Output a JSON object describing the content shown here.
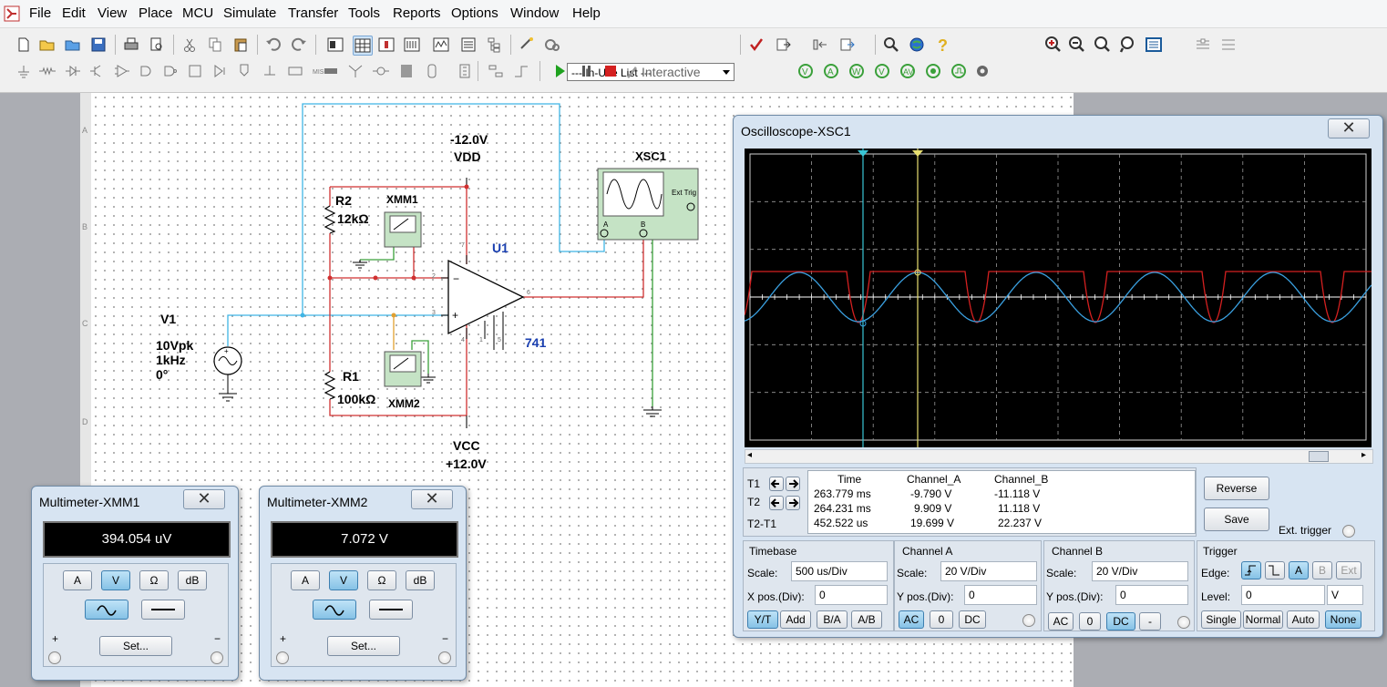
{
  "menu": [
    "File",
    "Edit",
    "View",
    "Place",
    "MCU",
    "Simulate",
    "Transfer",
    "Tools",
    "Reports",
    "Options",
    "Window",
    "Help"
  ],
  "toolbar": {
    "in_use_list": "--- In-Use List ---",
    "interactive_label": "Interactive"
  },
  "schematic": {
    "ruler_rows": [
      "A",
      "B",
      "C",
      "D"
    ],
    "v1": {
      "name": "V1",
      "amplitude": "10Vpk",
      "frequency": "1kHz",
      "phase": "0°"
    },
    "r1": {
      "name": "R1",
      "value": "100kΩ"
    },
    "r2": {
      "name": "R2",
      "value": "12kΩ"
    },
    "u1": {
      "name": "U1",
      "model": "741"
    },
    "vdd": {
      "label": "VDD",
      "voltage": "-12.0V"
    },
    "vcc": {
      "label": "VCC",
      "voltage": "+12.0V"
    },
    "xmm1": "XMM1",
    "xmm2": "XMM2",
    "xsc1": {
      "name": "XSC1",
      "ext_trig": "Ext Trig",
      "a": "A",
      "b": "B"
    },
    "pin_labels": {
      "p2": "2",
      "p3": "3",
      "p6": "6",
      "p7": "7",
      "p4": "4",
      "p1": "1",
      "p5": "5"
    }
  },
  "multimeter1": {
    "title": "Multimeter-XMM1",
    "reading": "394.054 uV",
    "buttons": [
      "A",
      "V",
      "Ω",
      "dB"
    ],
    "set": "Set...",
    "plus": "+",
    "minus": "−",
    "active": "V"
  },
  "multimeter2": {
    "title": "Multimeter-XMM2",
    "reading": "7.072 V",
    "buttons": [
      "A",
      "V",
      "Ω",
      "dB"
    ],
    "set": "Set...",
    "plus": "+",
    "minus": "−",
    "active": "V"
  },
  "oscilloscope": {
    "title": "Oscilloscope-XSC1",
    "table": {
      "headers": [
        "Time",
        "Channel_A",
        "Channel_B"
      ],
      "rows": [
        {
          "label": "T1",
          "time": "263.779 ms",
          "a": "-9.790 V",
          "b": "-11.118 V"
        },
        {
          "label": "T2",
          "time": "264.231 ms",
          "a": "9.909 V",
          "b": "11.118 V"
        },
        {
          "label": "T2-T1",
          "time": "452.522 us",
          "a": "19.699 V",
          "b": "22.237 V"
        }
      ]
    },
    "reverse": "Reverse",
    "save": "Save",
    "ext_trigger": "Ext. trigger",
    "timebase": {
      "title": "Timebase",
      "scale_label": "Scale:",
      "scale": "500 us/Div",
      "xpos_label": "X pos.(Div):",
      "xpos": "0",
      "buttons": [
        "Y/T",
        "Add",
        "B/A",
        "A/B"
      ]
    },
    "channel_a": {
      "title": "Channel A",
      "scale_label": "Scale:",
      "scale": "20  V/Div",
      "ypos_label": "Y pos.(Div):",
      "ypos": "0",
      "buttons": [
        "AC",
        "0",
        "DC"
      ]
    },
    "channel_b": {
      "title": "Channel B",
      "scale_label": "Scale:",
      "scale": "20  V/Div",
      "ypos_label": "Y pos.(Div):",
      "ypos": "0",
      "buttons": [
        "AC",
        "0",
        "DC",
        "-"
      ]
    },
    "trigger": {
      "title": "Trigger",
      "edge_label": "Edge:",
      "level_label": "Level:",
      "level": "0",
      "level_unit": "V",
      "edge_buttons": [
        "A",
        "B",
        "Ext"
      ],
      "mode_buttons": [
        "Single",
        "Normal",
        "Auto",
        "None"
      ]
    },
    "colors": {
      "channel_a": "#3aa0e0",
      "channel_b": "#d42020",
      "cursor1": "#39c6d6",
      "cursor2": "#e8e070"
    }
  }
}
